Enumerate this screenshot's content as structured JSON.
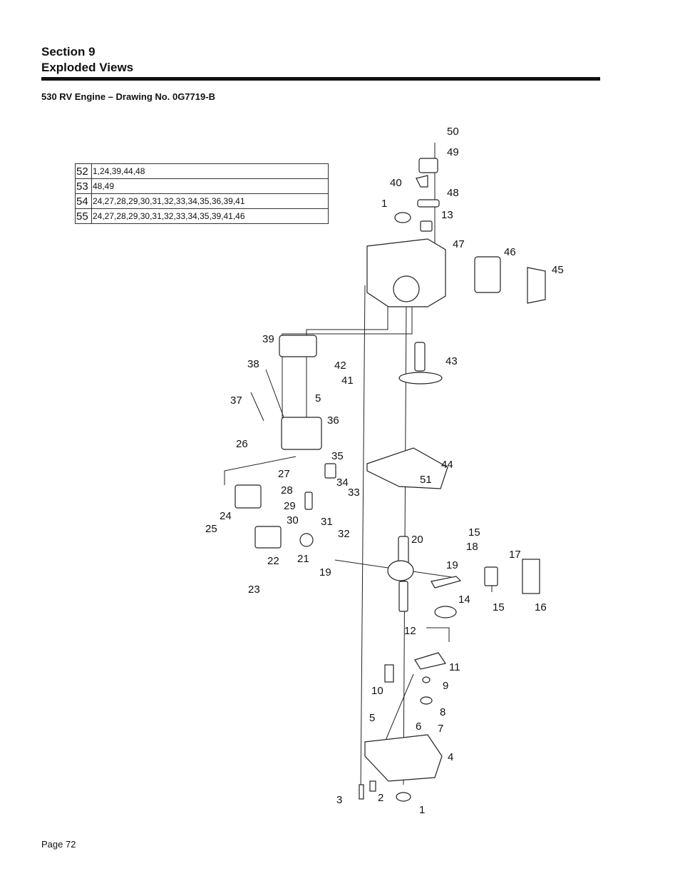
{
  "header": {
    "section": "Section 9",
    "title": "Exploded Views",
    "drawing_title": "530 RV Engine – Drawing No. 0G7719-B"
  },
  "kit_table": [
    {
      "kit": "52",
      "parts": "1,24,39,44,48"
    },
    {
      "kit": "53",
      "parts": "48,49"
    },
    {
      "kit": "54",
      "parts": "24,27,28,29,30,31,32,33,34,35,36,39,41"
    },
    {
      "kit": "55",
      "parts": "24,27,28,29,30,31,32,33,34,35,39,41,46"
    }
  ],
  "callouts": [
    "50",
    "49",
    "40",
    "48",
    "1",
    "13",
    "47",
    "46",
    "45",
    "39",
    "43",
    "38",
    "42",
    "41",
    "5",
    "37",
    "36",
    "26",
    "35",
    "44",
    "51",
    "27",
    "34",
    "28",
    "33",
    "29",
    "30",
    "31",
    "24",
    "25",
    "32",
    "20",
    "15",
    "18",
    "17",
    "21",
    "22",
    "19",
    "19",
    "23",
    "15",
    "16",
    "14",
    "12",
    "11",
    "10",
    "9",
    "8",
    "5",
    "6",
    "7",
    "4",
    "3",
    "2",
    "1"
  ],
  "footer": {
    "page": "Page 72"
  }
}
